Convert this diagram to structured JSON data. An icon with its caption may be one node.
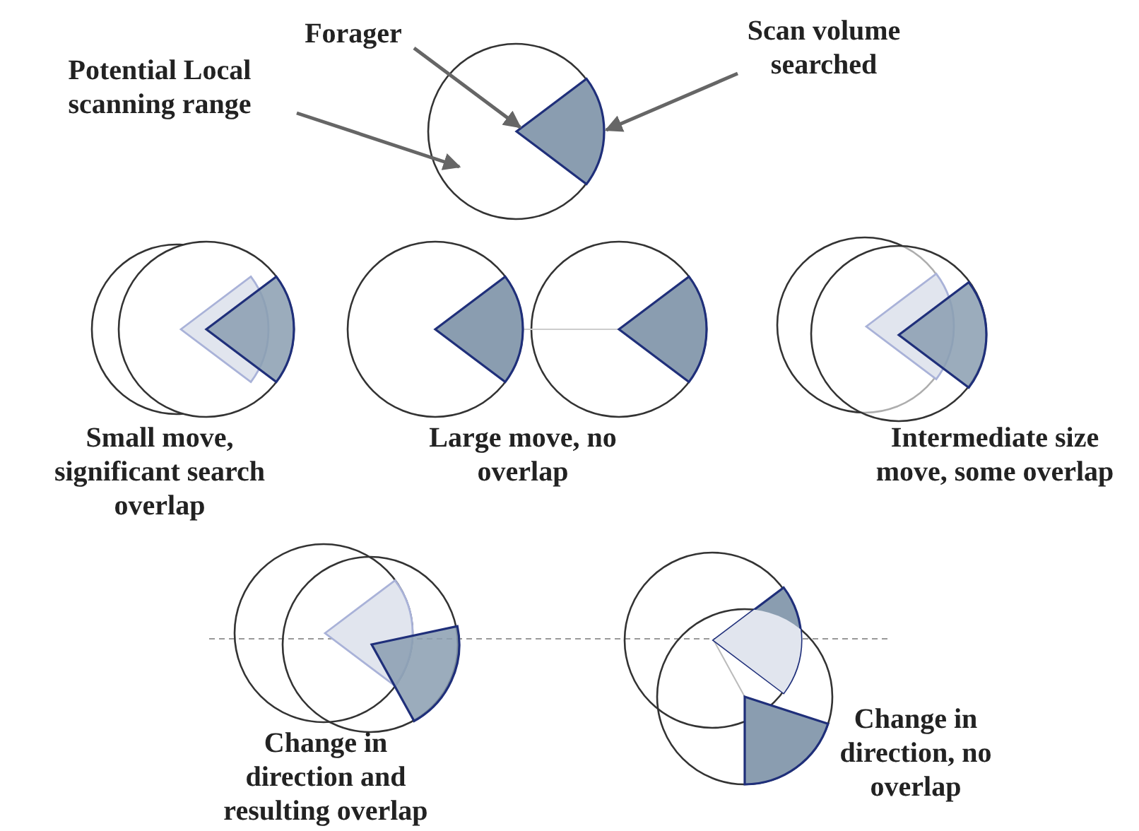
{
  "diagram": {
    "nodes": [
      {
        "text": [
          "Potential Local scanning range"
        ]
      },
      {
        "text": [
          "Forager"
        ]
      },
      {
        "text": [
          "Scan volume searched"
        ]
      },
      {
        "text": [],
        "shape": "circle"
      },
      {
        "text": [],
        "shape": "wedge",
        "in": 3
      }
    ],
    "edges": [
      {
        "from": 0,
        "to": 3,
        "arrow": "to"
      },
      {
        "from": 1,
        "to": 4,
        "arrow": "to"
      },
      {
        "from": 2,
        "to": 4,
        "arrow": "to"
      }
    ],
    "labels": [
      "Small move, significant search overlap",
      "Large move, no overlap",
      "Intermediate size move, some overlap",
      "Change in direction and resulting overlap",
      "Change in direction, no overlap"
    ]
  }
}
